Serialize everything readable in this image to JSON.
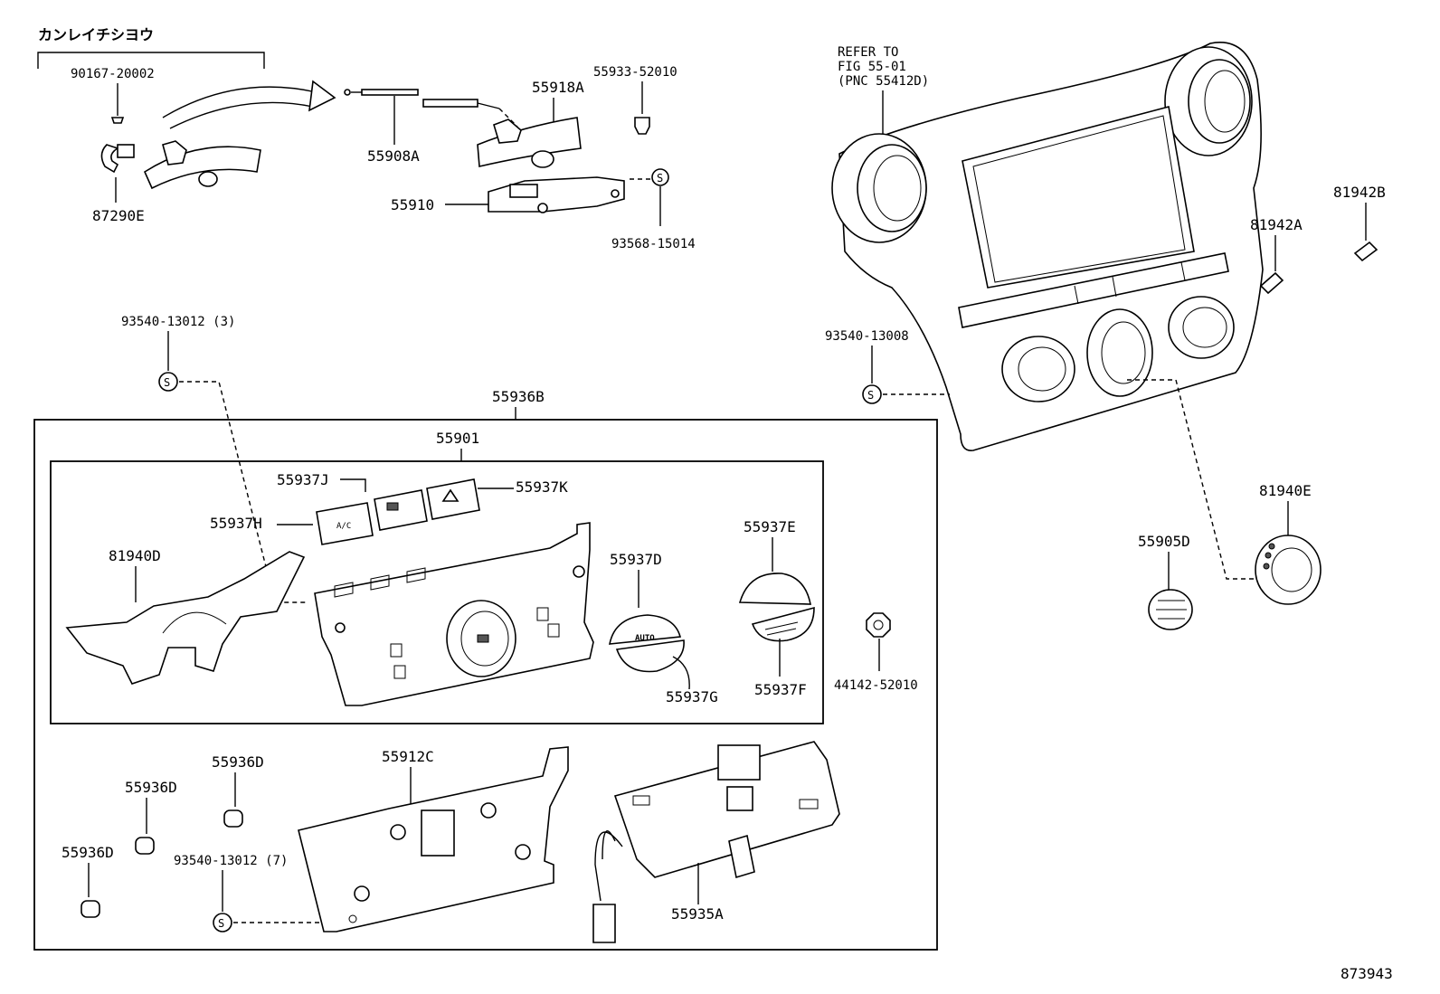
{
  "header_note": "カンレイチシヨウ",
  "refer_note": [
    "REFER TO",
    "FIG 55-01",
    "(PNC 55412D)"
  ],
  "figure_number": "873943",
  "button_text": {
    "ac": "A/C",
    "auto": "AUTO"
  },
  "callouts": {
    "p90167": "90167-20002",
    "p87290E": "87290E",
    "p55908A": "55908A",
    "p55918A": "55918A",
    "p55933": "55933-52010",
    "p55910": "55910",
    "p93568": "93568-15014",
    "p93540_3": "93540-13012 (3)",
    "p93540_08": "93540-13008",
    "p81942A": "81942A",
    "p81942B": "81942B",
    "p55936B": "55936B",
    "p55901": "55901",
    "p55937J": "55937J",
    "p55937K": "55937K",
    "p55937H": "55937H",
    "p81940D": "81940D",
    "p55937D": "55937D",
    "p55937E": "55937E",
    "p55937G": "55937G",
    "p55937F": "55937F",
    "p44142": "44142-52010",
    "p55905D": "55905D",
    "p81940E": "81940E",
    "p55912C": "55912C",
    "p55936D_a": "55936D",
    "p55936D_b": "55936D",
    "p55936D_c": "55936D",
    "p93540_7": "93540-13012 (7)",
    "p55935A": "55935A"
  }
}
